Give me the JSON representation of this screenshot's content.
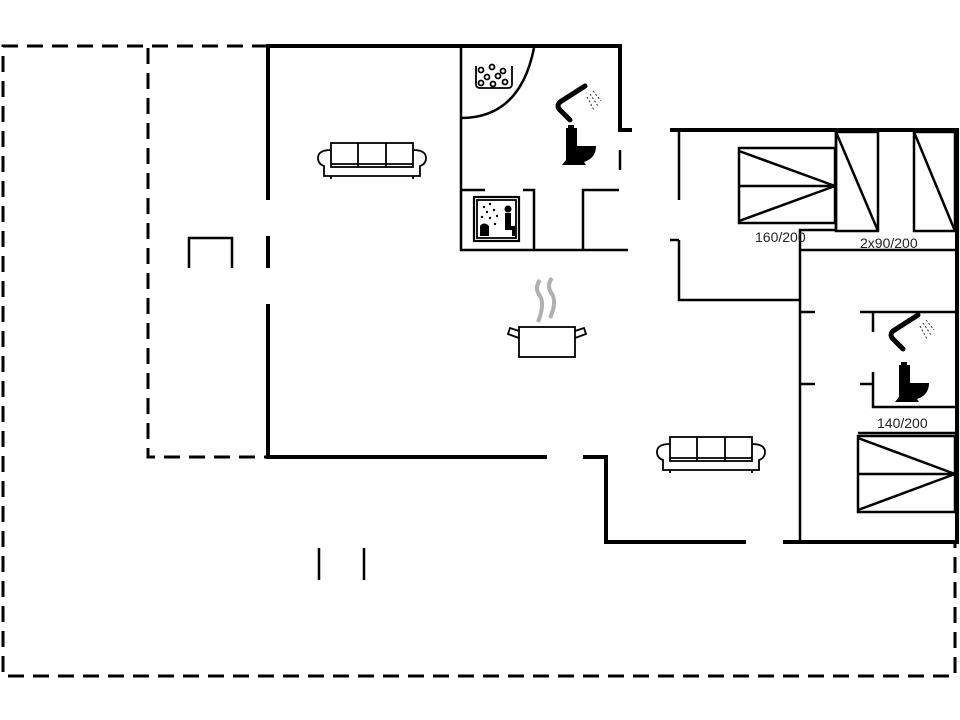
{
  "floorplan": {
    "labels": {
      "bed_double_1": "160/200",
      "bed_twin": "2x90/200",
      "bed_double_2": "140/200"
    },
    "icons": [
      "sofa-icon",
      "whirlpool-bath-icon",
      "shower-icon",
      "toilet-icon",
      "sauna-icon",
      "kitchen-pot-icon",
      "bed-icon"
    ],
    "colors": {
      "wall": "#000000",
      "background": "#ffffff",
      "steam": "#b0b0b0"
    }
  }
}
